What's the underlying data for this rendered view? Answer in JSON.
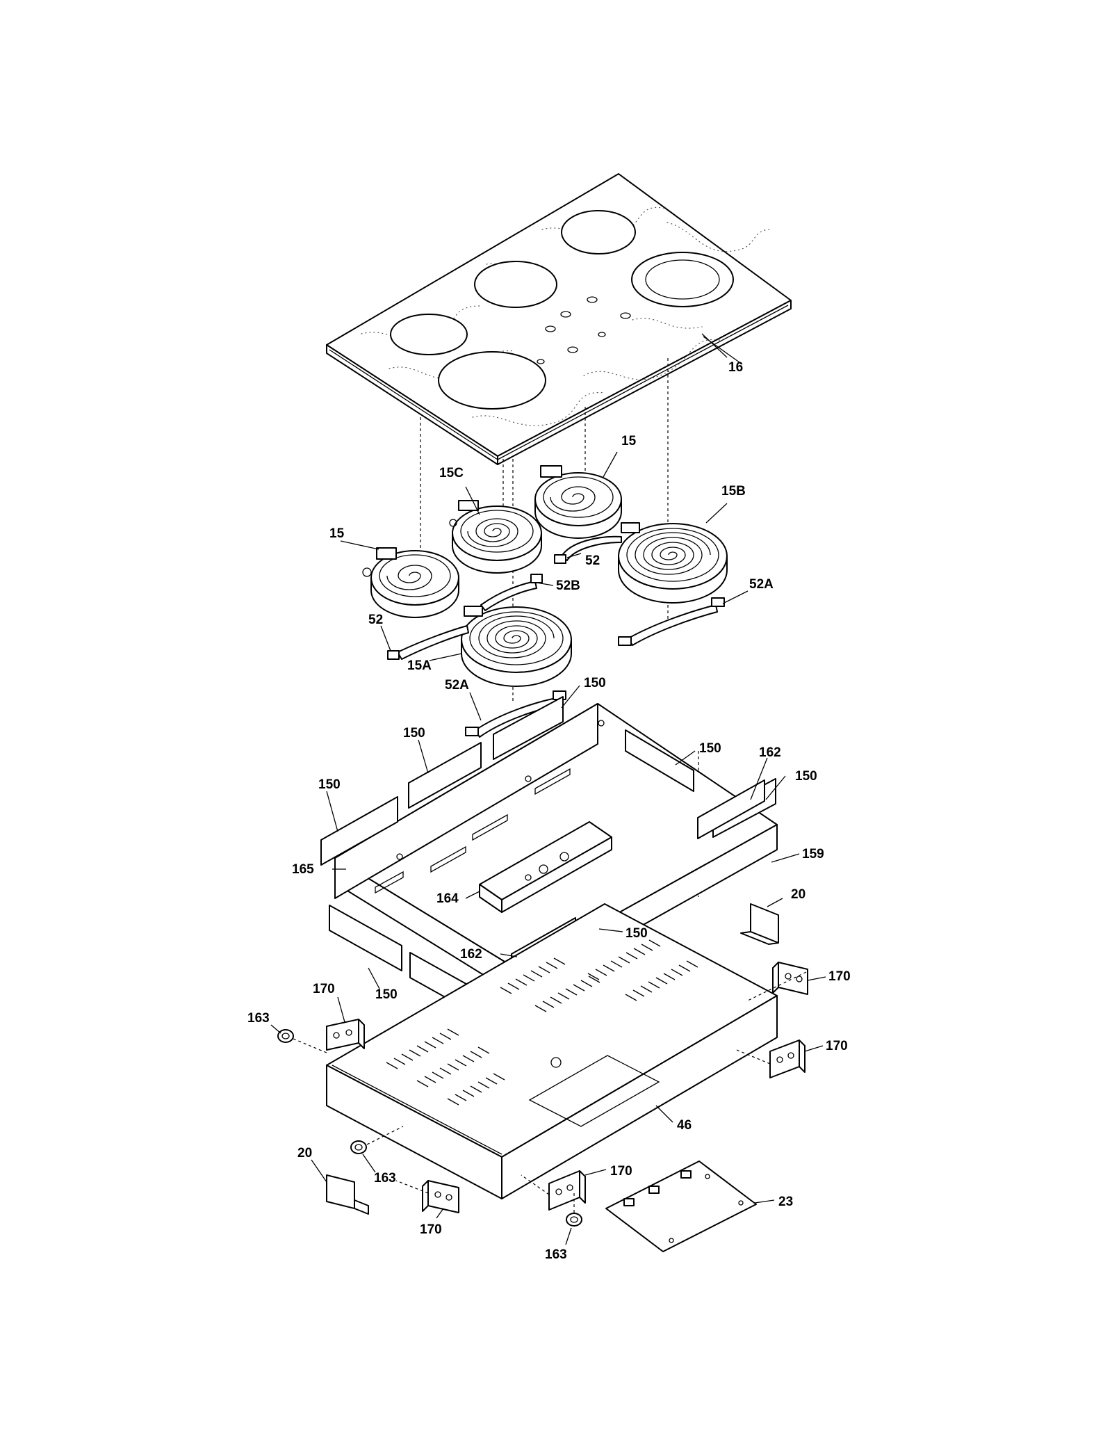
{
  "callouts": {
    "c16": "16",
    "c15_top": "15",
    "c15c": "15C",
    "c15b": "15B",
    "c15_left": "15",
    "c52_mid": "52",
    "c52b": "52B",
    "c52a_right": "52A",
    "c52_left": "52",
    "c15a": "15A",
    "c52a_bottom": "52A",
    "c150_top": "150",
    "c150_a": "150",
    "c150_b": "150",
    "c150_c": "150",
    "c162_top": "162",
    "c150_d": "150",
    "c165": "165",
    "c159": "159",
    "c164": "164",
    "c20_right": "20",
    "c150_e": "150",
    "c162_bottom": "162",
    "c170_right_top": "170",
    "c170_left": "170",
    "c150_f": "150",
    "c163_left": "163",
    "c170_right_mid": "170",
    "c46": "46",
    "c20_left": "20",
    "c163_mid": "163",
    "c170_bottom_right": "170",
    "c23": "23",
    "c170_bottom": "170",
    "c163_bottom": "163"
  }
}
